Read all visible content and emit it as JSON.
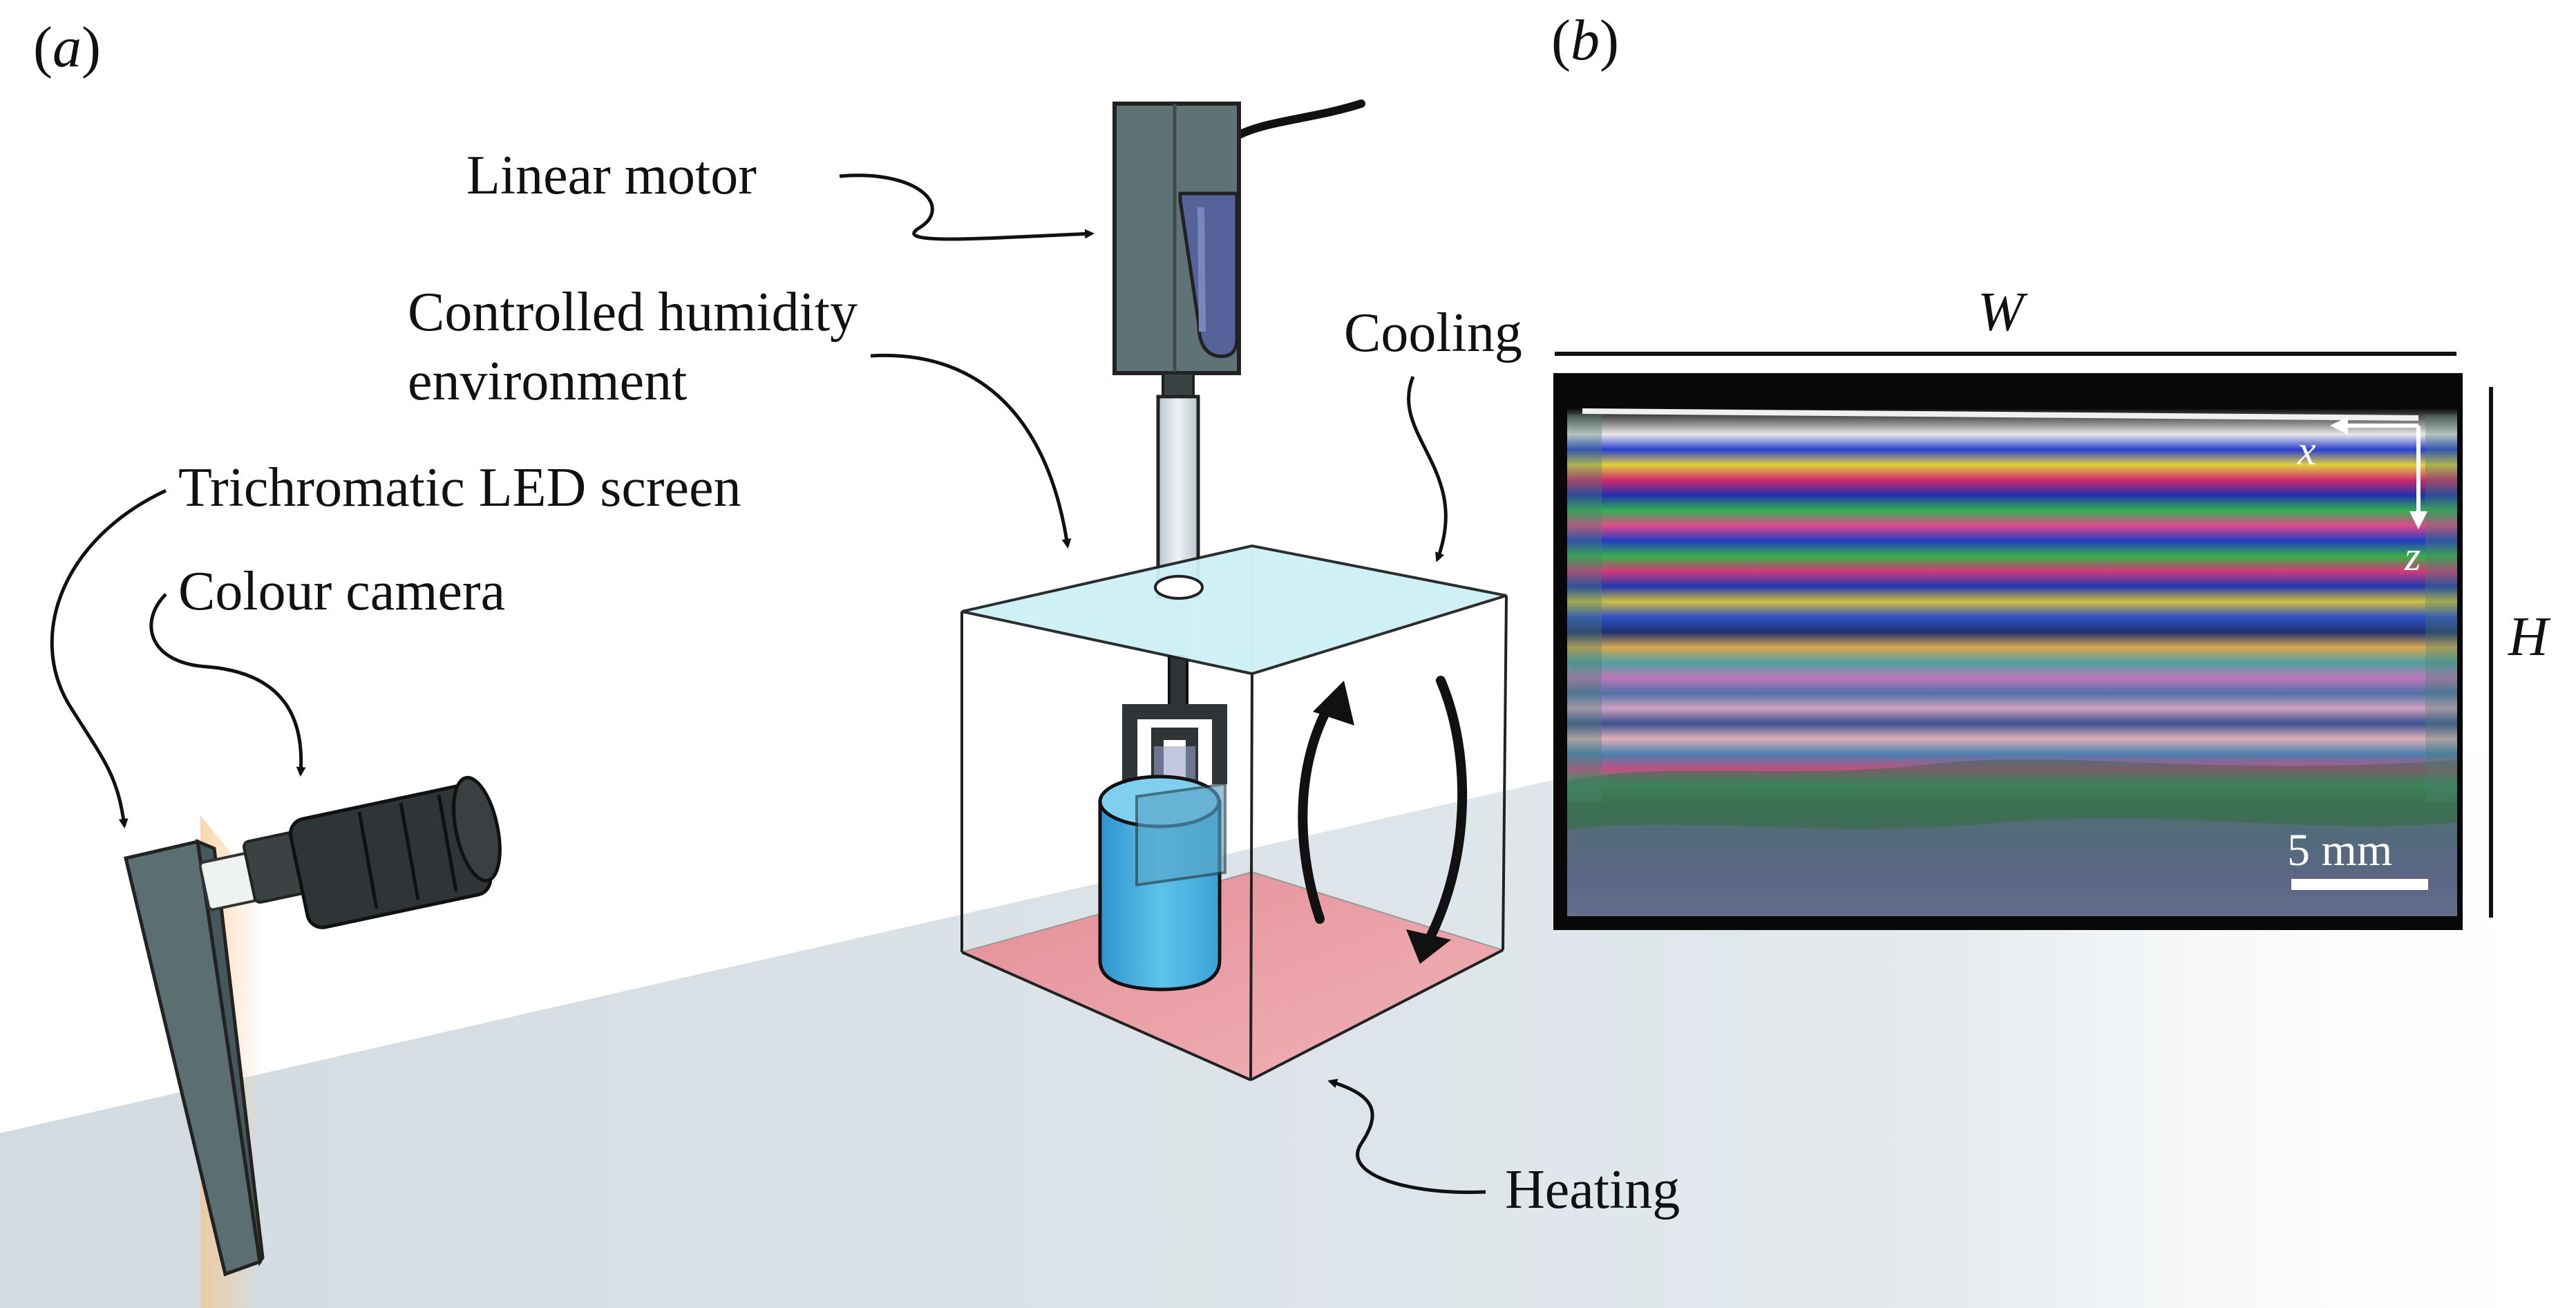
{
  "panels": {
    "a": {
      "label": "(a)",
      "label_letter": "a"
    },
    "b": {
      "label": "(b)",
      "label_letter": "b"
    }
  },
  "labels": {
    "linear_motor": "Linear motor",
    "humidity_line1": "Controlled humidity",
    "humidity_line2": "environment",
    "cooling": "Cooling",
    "led_screen": "Trichromatic LED screen",
    "colour_camera": "Colour camera",
    "heating": "Heating"
  },
  "photo": {
    "width_label": "W",
    "height_label": "H",
    "axis_x": "x",
    "axis_z": "z",
    "scale_bar": "5 mm"
  },
  "colors": {
    "cooling_plate": "#cdf1f6",
    "heating_plate": "#e58d96",
    "motor": "#5f7275",
    "bath": "#46aee0",
    "screen": "#5b6f72",
    "camera": "#2f3436",
    "light_beam": "#dbe3e8",
    "led_glow": "#f6c58d"
  },
  "icons": {
    "rotation_arrows": "curved-double-arrow-icon",
    "scale_bar": "scale-bar-icon"
  }
}
